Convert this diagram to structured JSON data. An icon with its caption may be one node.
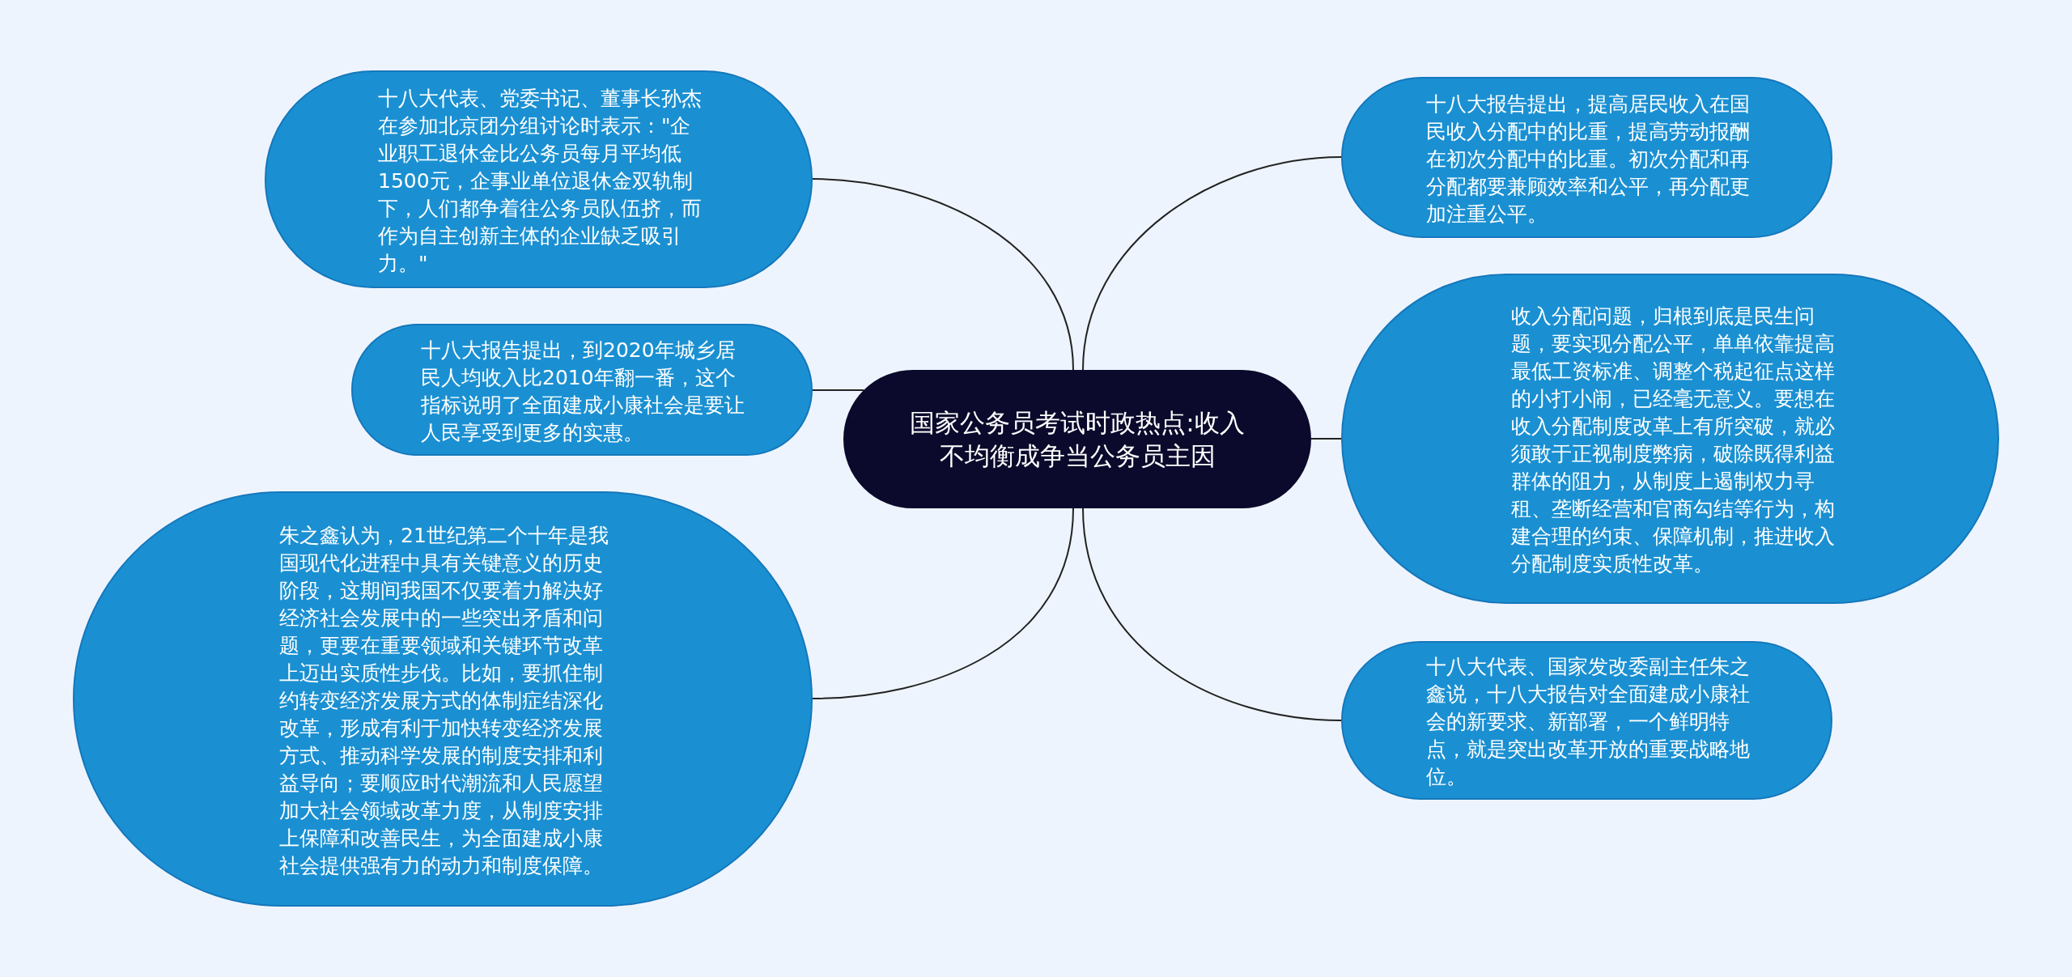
{
  "diagram": {
    "nodes": [
      {
        "text": [
          "国家公务员考试时政热点:收入不均衡成争当公务员主因"
        ]
      },
      {
        "text": [
          "十八大代表、党委书记、董事长孙杰在参加北京团分组讨论时表示：\"企业职工退休金比公务员每月平均低1500元，企事业单位退休金双轨制下，人们都争着往公务员队伍挤，而作为自主创新主体的企业缺乏吸引力。\""
        ]
      },
      {
        "text": [
          "十八大报告提出，到2020年城乡居民人均收入比2010年翻一番，这个指标说明了全面建成小康社会是要让人民享受到更多的实惠。"
        ]
      },
      {
        "text": [
          "朱之鑫认为，21世纪第二个十年是我国现代化进程中具有关键意义的历史阶段，这期间我国不仅要着力解决好经济社会发展中的一些突出矛盾和问题，更要在重要领域和关键环节改革上迈出实质性步伐。比如，要抓住制约转变经济发展方式的体制症结深化改革，形成有利于加快转变经济发展方式、推动科学发展的制度安排和利益导向；要顺应时代潮流和人民愿望加大社会领域改革力度，从制度安排上保障和改善民生，为全面建成小康社会提供强有力的动力和制度保障。"
        ]
      },
      {
        "text": [
          "十八大报告提出，提高居民收入在国民收入分配中的比重，提高劳动报酬在初次分配中的比重。初次分配和再分配都要兼顾效率和公平，再分配更加注重公平。"
        ]
      },
      {
        "text": [
          "收入分配问题，归根到底是民生问题，要实现分配公平，单单依靠提高最低工资标准、调整个税起征点这样的小打小闹，已经毫无意义。要想在收入分配制度改革上有所突破，就必须敢于正视制度弊病，破除既得利益群体的阻力，从制度上遏制权力寻租、垄断经营和官商勾结等行为，构建合理的约束、保障机制，推进收入分配制度实质性改革。"
        ]
      },
      {
        "text": [
          "十八大代表、国家发改委副主任朱之鑫说，十八大报告对全面建成小康社会的新要求、新部署，一个鲜明特点，就是突出改革开放的重要战略地位。"
        ]
      }
    ],
    "edges": [
      {
        "from": 0,
        "to": 1,
        "arrow": "none"
      },
      {
        "from": 0,
        "to": 2,
        "arrow": "none"
      },
      {
        "from": 0,
        "to": 3,
        "arrow": "none"
      },
      {
        "from": 0,
        "to": 4,
        "arrow": "none"
      },
      {
        "from": 0,
        "to": 5,
        "arrow": "none"
      },
      {
        "from": 0,
        "to": 6,
        "arrow": "none"
      }
    ]
  }
}
